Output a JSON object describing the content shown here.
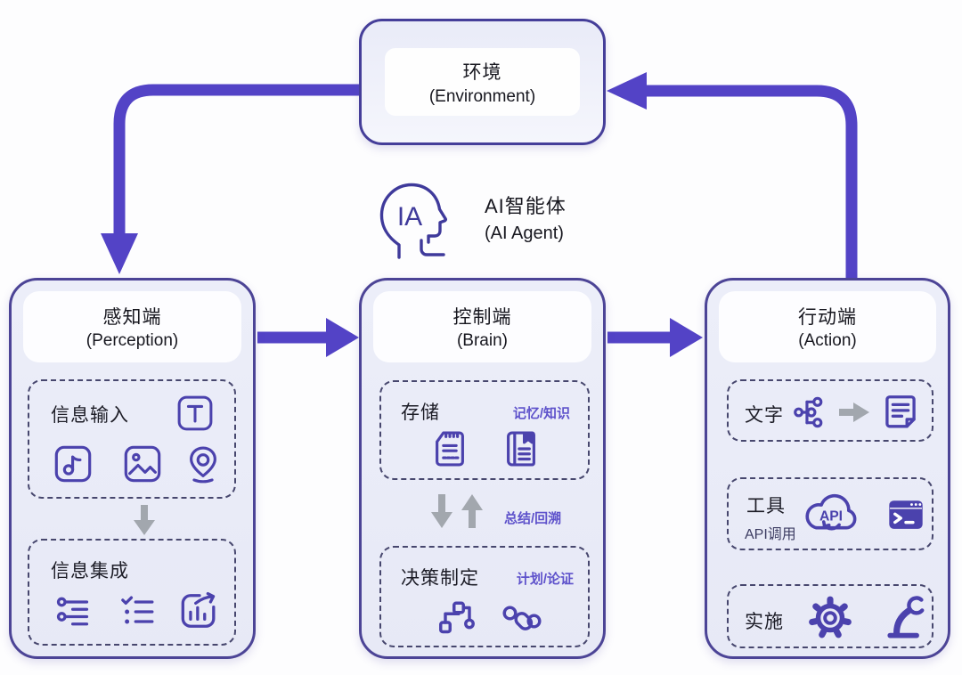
{
  "environment": {
    "title": "环境",
    "subtitle": "(Environment)"
  },
  "agent": {
    "icon_label": "IA",
    "title": "AI智能体",
    "subtitle": "(AI Agent)"
  },
  "columns": {
    "perception": {
      "title": "感知端",
      "subtitle": "(Perception)",
      "sections": {
        "input": {
          "label": "信息输入"
        },
        "integration": {
          "label": "信息集成"
        }
      }
    },
    "brain": {
      "title": "控制端",
      "subtitle": "(Brain)",
      "sections": {
        "storage": {
          "label": "存储",
          "tag": "记忆/知识"
        },
        "cycle": {
          "tag": "总结/回溯"
        },
        "decision": {
          "label": "决策制定",
          "tag": "计划/论证"
        }
      }
    },
    "action": {
      "title": "行动端",
      "subtitle": "(Action)",
      "sections": {
        "text": {
          "label": "文字"
        },
        "tools": {
          "label": "工具",
          "tag": "API调用",
          "api_text": "API"
        },
        "implement": {
          "label": "实施"
        }
      }
    }
  },
  "colors": {
    "arrow": "#5343c6",
    "box_border": "#4c4496",
    "icon": "#4b42ad",
    "tag_purple": "#5e52cb",
    "gray_arrow": "#a2a7ae"
  }
}
